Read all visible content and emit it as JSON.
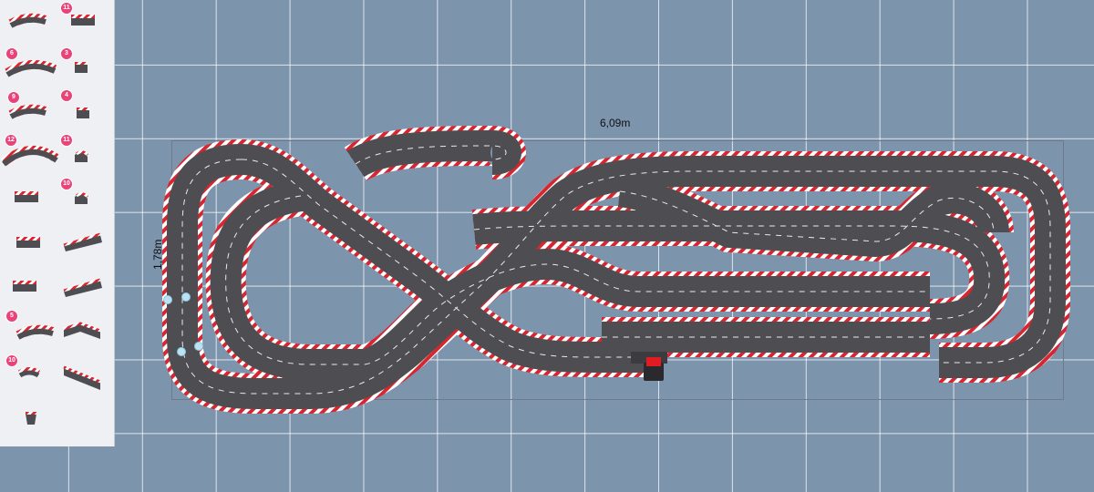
{
  "layout": {
    "width_dimension": "6,09m",
    "height_dimension": "1,78m"
  },
  "palette": {
    "pieces": [
      {
        "kind": "curve",
        "badge": "",
        "id": "curve-1-30"
      },
      {
        "kind": "straight-short",
        "badge": "11",
        "id": "straight-1-3"
      },
      {
        "kind": "curve-wide",
        "badge": "6",
        "id": "curve-2-30"
      },
      {
        "kind": "straight-quarter",
        "badge": "3",
        "id": "straight-1-4"
      },
      {
        "kind": "curve",
        "badge": "9",
        "id": "curve-3-30"
      },
      {
        "kind": "straight-quarter",
        "badge": "4",
        "id": "straight-1-4b"
      },
      {
        "kind": "curve-large",
        "badge": "12",
        "id": "curve-4-15"
      },
      {
        "kind": "wedge",
        "badge": "11",
        "id": "curve-1-60"
      },
      {
        "kind": "straight-short",
        "badge": "",
        "id": "straight-1-3b"
      },
      {
        "kind": "wedge",
        "badge": "10",
        "id": "curve-1-60b"
      },
      {
        "kind": "straight-short",
        "badge": "",
        "id": "straight-1-3c"
      },
      {
        "kind": "sweep",
        "badge": "",
        "id": "chicane"
      },
      {
        "kind": "straight-short",
        "badge": "",
        "id": "straight-half"
      },
      {
        "kind": "sweep",
        "badge": "",
        "id": "chicane-b"
      },
      {
        "kind": "curve",
        "badge": "5",
        "id": "curve-5"
      },
      {
        "kind": "crossing",
        "badge": "",
        "id": "crossover"
      },
      {
        "kind": "curve-small",
        "badge": "10",
        "id": "curve-small"
      },
      {
        "kind": "switch",
        "badge": "",
        "id": "switch"
      },
      {
        "kind": "stub",
        "badge": "",
        "id": "stub"
      }
    ]
  },
  "colors": {
    "track": "#4e4e52",
    "track_edge": "#3b3b3e",
    "lane_line": "#eaeaea",
    "border_red": "#d7262f",
    "border_white": "#ffffff",
    "badge": "#e8447a",
    "background": "#7d94ad"
  }
}
